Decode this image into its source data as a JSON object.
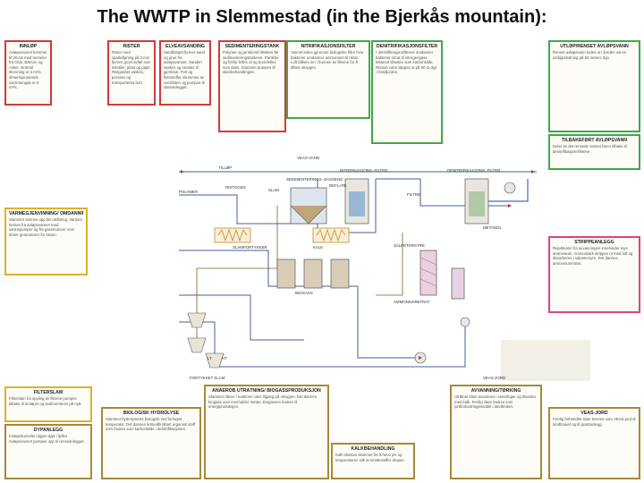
{
  "title": "The WWTP in Slemmestad (in the Bjerkås mountain):",
  "boxes": {
    "innlop": {
      "heading": "INNLØP",
      "text": "Avløpsvannet kommer til VEAS med tunneler fra Oslo, Bærum og Asker. Normal tilrenning er 3 m³/s, dimensjonerende vannmengde er 6 m³/s."
    },
    "rister": {
      "heading": "RISTER",
      "text": "Rister med spalteåpning på 3 mm fjerner grovt avfall som tekstiler, plast og papir. Ristgodset vaskes, presses og transporteres bort."
    },
    "elveavsanding": {
      "heading": "ELVEAVSANDING",
      "text": "Sandfanget fjerner sand og grus fra avløpsvannet. Sanden vaskes og sendes til gjenbruk. Fett og flytestoffer skummes av overflaten og pumpes til slamanlegget."
    },
    "sedimentering": {
      "heading": "SEDIMENTERINGSTANK",
      "text": "Polymer og jernklorid tilsettes før sedimenteringstankene. Partikler og fosfor felles ut og bunnfelles som slam. Slammet pumpes til slambehandlingen."
    },
    "nitrifikasjon": {
      "heading": "NITRIFIKASJONSFILTER",
      "text": "Vannet ledes gjennom biologiske filtre hvor bakterier omdanner ammonium til nitrat. Luft blåses inn i bunnen av filtrene for å tilføre oksygen."
    },
    "denitrifikasjon": {
      "heading": "DENITRIFIKASJONSFILTER",
      "text": "I denitrifikasjonsfiltrene omdanner bakterier nitrat til nitrogengass. Metanol tilsettes som karbonkilde. Renset vann slippes ut på 50 m dyp i Oslofjorden."
    },
    "utlop": {
      "heading": "UTLØP/RENSET AVLØPSVANN",
      "text": "Renset avløpsvann ledes ut i fjorden via en utslippsledning på 50 meters dyp."
    },
    "varmegjenvinning": {
      "heading": "VARMEGJENVINNING/ OMDANNING AV ENERGI",
      "text": "Slammet varmes opp før utråtning. Varmen hentes fra avløpsvannet med varmepumper og fra gassmotorer som driver generatorer for strøm."
    },
    "filterslam": {
      "heading": "FILTERSLAM",
      "text": "Filterslam fra spyling av filtrene pumpes tilbake til innløpet og sedimenteres på nytt."
    },
    "biologisk_hydrolyse": {
      "heading": "BIOLOGISK HYDROLYSE",
      "text": "Slammet hydrolyseres biologisk ved forhøyet temperatur. Det dannes lettnedbrytbart organisk stoff som brukes som karbonkilde i denitrifikasjonen."
    },
    "anaerob": {
      "heading": "ANAEROB UTRÅTNING/ BIOGASSPRODUKSJON",
      "text": "Slammet råtner i reaktorer uten tilgang på oksygen. Det dannes biogass som inneholder metan. Biogassen brukes til energiproduksjon."
    },
    "kalk": {
      "heading": "KALKBEHANDLING",
      "text": "Kalk tilsettes slammet for å heve pH og temperaturen slik at smittestoffer drepes."
    },
    "avvanning": {
      "heading": "AVVANNING/TØRKING",
      "text": "Utråtnet slam avvannes i sentrifuger og blandes med kalk. Ferdig slam brukes som jordforbedringsmiddel i landbruket."
    },
    "stripping": {
      "heading": "STRIPPEANLEGG",
      "text": "Rejektvann fra avvanningen inneholder mye ammonium. Ammoniakk strippes ut med luft og absorberes i salpetersyre. Det dannes ammoniumnitrat."
    },
    "veasjord": {
      "heading": "VEAS-JORD",
      "text": "Ferdig behandlet slam leveres som VEAS-jord til landbruket og til grøntanlegg."
    },
    "tilbakefort": {
      "heading": "TILBAKEFØRT AVLØPSVANN",
      "text": "Deler av det rensede vannet føres tilbake til denitrifikasjonsfiltrene."
    },
    "dyp": {
      "heading": "DYPANLEGG",
      "text": "Innløpstunnelen ligger dypt i fjellet. Avløpsvannet pumpes opp til renseanlegget."
    }
  },
  "labels": {
    "veas_vann": "VEAS-VANN",
    "tilloep": "TILLØP",
    "ristgods": "RISTGODS",
    "polymer": "POLYMER",
    "slam": "SLAM",
    "sediment": "SEDIMENTERINGS- BASSENG",
    "deflate": "DEFLATE",
    "nitri": "NITRIFIKASJONS- FILTER",
    "denitri": "DENITRIFIKASJONS- FILTER",
    "filtre": "FILTRE",
    "metanol": "METANOL",
    "slamfortykker": "SLAMFORTYKKER",
    "kalk": "KALK",
    "salpetersyre": "SALPETERSYRE",
    "ammoniumnitrat": "AMMONIUMNITRAT",
    "biogass": "BIOGASS",
    "vann_jord": "VEAS-JORD",
    "lt": "LT",
    "ht": "HT",
    "fortykket": "FORTYKKET SLAM"
  }
}
